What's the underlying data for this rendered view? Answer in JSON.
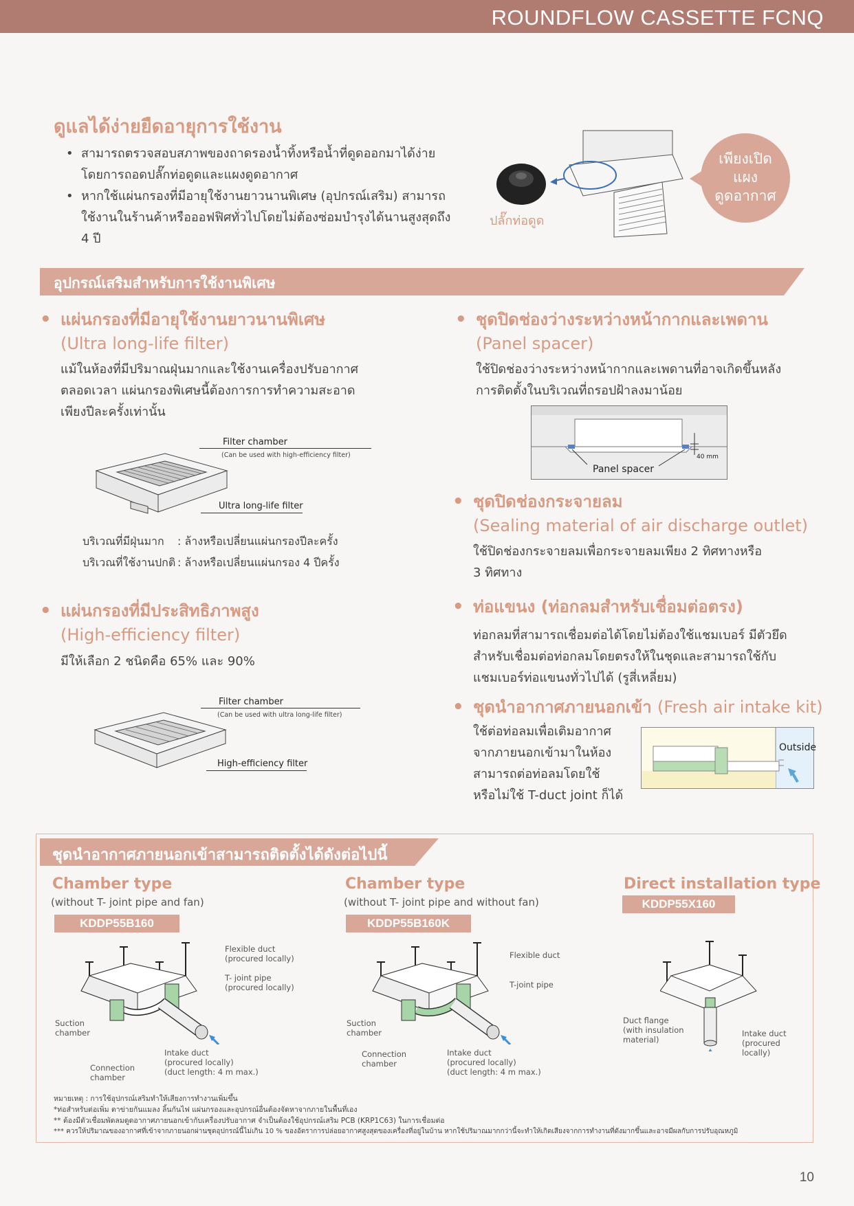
{
  "header": {
    "title": "ROUNDFLOW CASSETTE FCNQ"
  },
  "maintenance": {
    "heading": "ดูแลได้ง่ายยืดอายุการใช้งาน",
    "bullet1_line1": "สามารถตรวจสอบสภาพของถาดรองน้ำทิ้งหรือน้ำที่ดูดออกมาได้ง่าย",
    "bullet1_line2": "โดยการถอดปลั๊กท่อดูดและแผงดูดอากาศ",
    "bullet2_line1": "หากใช้แผ่นกรองที่มีอายุใช้งานยาวนานพิเศษ (อุปกรณ์เสริม) สามารถ",
    "bullet2_line2": "ใช้งานในร้านค้าหรือออฟฟิศทั่วไปโดยไม่ต้องซ่อมบำรุงได้นานสูงสุดถึง",
    "bullet2_line3": "4 ปี",
    "plug_label": "ปลั๊กท่อดูด",
    "bubble_line1": "เพียงเปิด",
    "bubble_line2": "แผง",
    "bubble_line3": "ดูดอากาศ"
  },
  "options_band": "อุปกรณ์เสริมสำหรับการใช้งานพิเศษ",
  "ultra_filter": {
    "heading": "แผ่นกรองที่มีอายุใช้งานยาวนานพิเศษ",
    "sub": "(Ultra long-life filter)",
    "line1": "แม้ในห้องที่มีปริมาณฝุ่นมากและใช้งานเครื่องปรับอากาศ",
    "line2": "ตลอดเวลา แผ่นกรองพิเศษนี้ต้องการการทำความสะอาด",
    "line3": "เพียงปีละครั้งเท่านั้น",
    "chamber_label": "Filter chamber",
    "chamber_note": "(Can be used with high-efficiency filter)",
    "filter_label": "Ultra long-life filter",
    "dusty_label": "บริเวณที่มีฝุ่นมาก",
    "dusty_value": ": ล้างหรือเปลี่ยนแผ่นกรองปีละครั้ง",
    "normal_label": "บริเวณที่ใช้งานปกติ",
    "normal_value": ": ล้างหรือเปลี่ยนแผ่นกรอง 4 ปีครั้ง"
  },
  "high_filter": {
    "heading": "แผ่นกรองที่มีประสิทธิภาพสูง",
    "sub": "(High-efficiency filter)",
    "line1": "มีให้เลือก 2 ชนิดคือ 65% และ 90%",
    "chamber_label": "Filter chamber",
    "chamber_note": "(Can be used with ultra long-life filter)",
    "filter_label": "High-efficiency filter"
  },
  "panel_spacer": {
    "heading": "ชุดปิดช่องว่างระหว่างหน้ากากและเพดาน",
    "sub": "(Panel spacer)",
    "line1": "ใช้ปิดช่องว่างระหว่างหน้ากากและเพดานที่อาจเกิดขึ้นหลัง",
    "line2": "การติดตั้งในบริเวณที่ถรอปฝ้าลงมาน้อย",
    "label": "Panel spacer",
    "dim": "40 mm"
  },
  "sealing": {
    "heading": "ชุดปิดช่องกระจายลม",
    "sub": "(Sealing material of air discharge outlet)",
    "line1": "ใช้ปิดช่องกระจายลมเพื่อกระจายลมเพียง 2 ทิศทางหรือ",
    "line2": "3 ทิศทาง"
  },
  "branch_duct": {
    "heading": "ท่อแขนง (ท่อกลมสำหรับเชื่อมต่อตรง)",
    "line1": "ท่อกลมที่สามารถเชื่อมต่อได้โดยไม่ต้องใช้แชมเบอร์ มีตัวยึด",
    "line2": "สำหรับเชื่อมต่อท่อกลมโดยตรงให้ในชุดและสามารถใช้กับ",
    "line3": "แชมเบอร์ท่อแขนงทั่วไปได้ (รูสี่เหลี่ยม)"
  },
  "fresh_air": {
    "heading": "ชุดนำอากาศภายนอกเข้า",
    "heading_en": "(Fresh air intake kit)",
    "line1": "ใช้ต่อท่อลมเพื่อเติมอากาศ",
    "line2": "จากภายนอกเข้ามาในห้อง",
    "line3": "สามารถต่อท่อลมโดยใช้",
    "line4": "หรือไม่ใช้ T-duct joint ก็ได้",
    "outside_label": "Outside"
  },
  "install_box": {
    "band": "ชุดนำอากาศภายนอกเข้าสามารถติดตั้งได้ดังต่อไปนี้",
    "t1": {
      "title": "Chamber type",
      "sub": "(without T- joint pipe and fan)",
      "model": "KDDP55B160",
      "flex1": "Flexible duct",
      "flex2": "(procured locally)",
      "tj1": "T- joint pipe",
      "tj2": "(procured locally)",
      "suc1": "Suction",
      "suc2": "chamber",
      "con1": "Connection",
      "con2": "chamber",
      "in1": "Intake duct",
      "in2": "(procured locally)",
      "in3": "(duct length: 4 m max.)"
    },
    "t2": {
      "title": "Chamber type",
      "sub": "(without T- joint pipe and without fan)",
      "model": "KDDP55B160K",
      "flex": "Flexible duct",
      "tj": "T-joint pipe",
      "suc1": "Suction",
      "suc2": "chamber",
      "con1": "Connection",
      "con2": "chamber",
      "in1": "Intake duct",
      "in2": "(procured locally)",
      "in3": "(duct length: 4 m max.)"
    },
    "t3": {
      "title": "Direct installation type",
      "model": "KDDP55X160",
      "fl1": "Duct flange",
      "fl2": "(with insulation",
      "fl3": "material)",
      "in1": "Intake duct",
      "in2": "(procured",
      "in3": "locally)"
    }
  },
  "notes": {
    "n0": "หมายเหตุ : การใช้อุปกรณ์เสริมทำให้เสียงการทำงานเพิ่มขึ้น",
    "n1": "*ท่อสำหรับต่อเพิ่ม ตาข่ายกันแมลง ลิ้นกันไฟ แผ่นกรองและอุปกรณ์อื่นต้องจัดหาจากภายในพื้นที่เอง",
    "n2": "** ต้องมีตัวเชื่อมพัดลมดูดอากาศภายนอกเข้ากับเครื่องปรับอากาศ จำเป็นต้องใช้อุปกรณ์เสริม PCB (KRP1C63) ในการเชื่อมต่อ",
    "n3": "*** ควรให้ปริมาณของอากาศที่เข้าจากภายนอกผ่านชุดอุปกรณ์นี้ไม่เกิน 10 % ของอัตราการปล่อยอากาศสูงสุดของเครื่องที่อยู่ในบ้าน หากใช้ปริมาณมากกว่านี้จะทำให้เกิดเสียงจากการทำงานที่ดังมากขึ้นและอาจมีผลกับการปรับอุณหภูมิ"
  },
  "page_number": "10"
}
